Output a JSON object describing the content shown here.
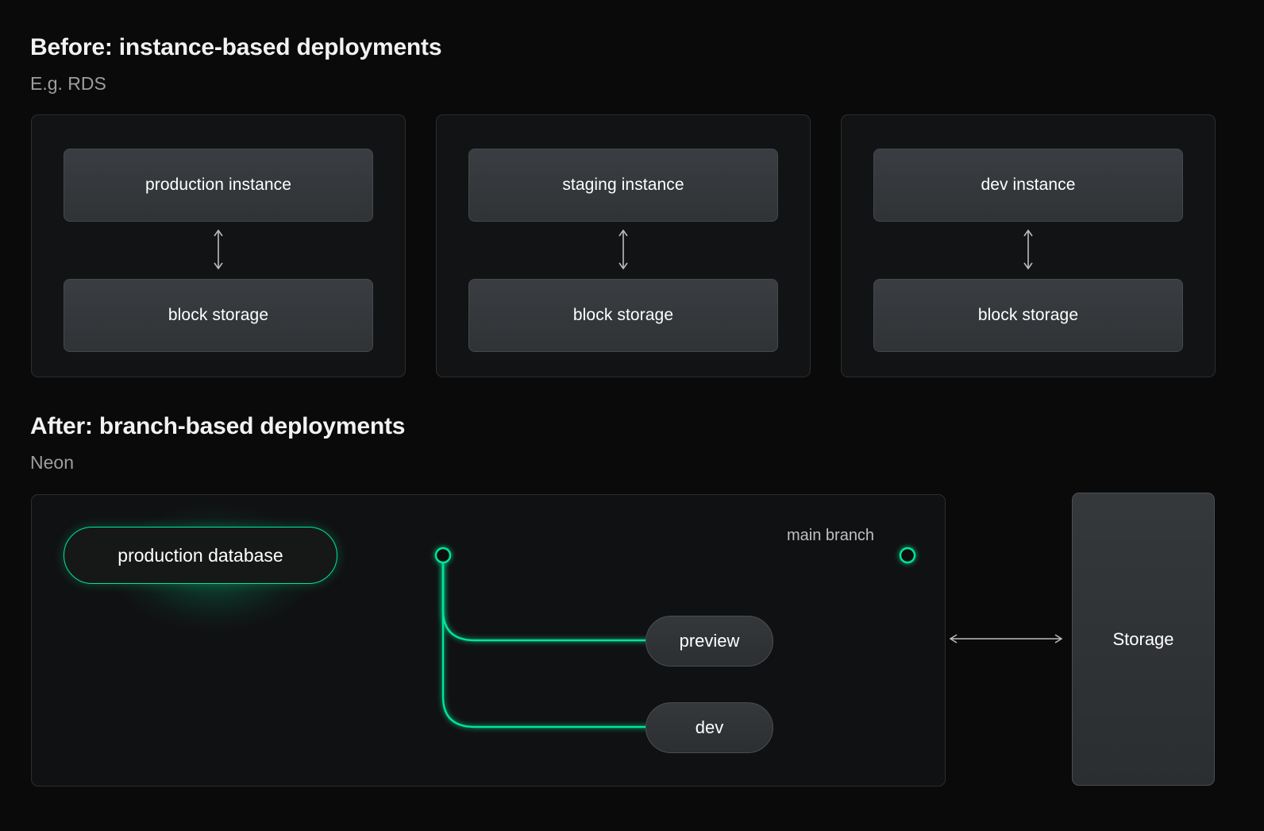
{
  "before": {
    "title": "Before: instance-based deployments",
    "subtitle": "E.g. RDS",
    "cards": [
      {
        "instance_label": "production instance",
        "storage_label": "block storage",
        "arrow_icon": "double-arrow-vertical-icon"
      },
      {
        "instance_label": "staging instance",
        "storage_label": "block storage",
        "arrow_icon": "double-arrow-vertical-icon"
      },
      {
        "instance_label": "dev instance",
        "storage_label": "block storage",
        "arrow_icon": "double-arrow-vertical-icon"
      }
    ]
  },
  "after": {
    "title": "After: branch-based deployments",
    "subtitle": "Neon",
    "root_label": "production database",
    "main_branch_label": "main branch",
    "branches": [
      {
        "label": "preview"
      },
      {
        "label": "dev"
      }
    ],
    "storage_label": "Storage",
    "storage_arrow_icon": "double-arrow-horizontal-icon"
  },
  "colors": {
    "background": "#0a0a0a",
    "accent_green": "#00e599",
    "panel_border": "#2b2d2f",
    "box_fill": "#35383b",
    "text_primary": "#ffffff",
    "text_muted": "#9b9ea1",
    "arrow_gray": "#b9bcbf"
  }
}
